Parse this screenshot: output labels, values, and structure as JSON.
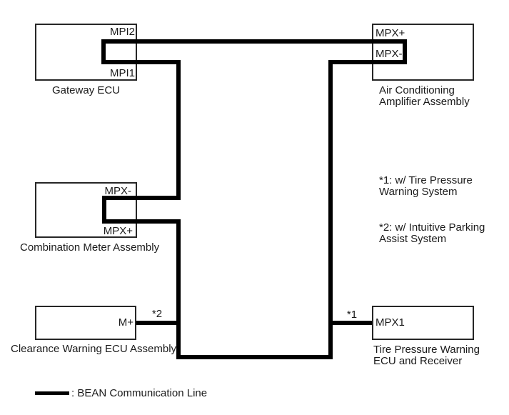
{
  "colors": {
    "line": "#000000",
    "text": "#1a1a1a",
    "box_border": "#262626",
    "background": "#ffffff"
  },
  "boxes": {
    "gateway": {
      "name": "Gateway ECU",
      "pin_top": "MPI2",
      "pin_bottom": "MPI1"
    },
    "ac_amplifier": {
      "name": "Air Conditioning\nAmplifier Assembly",
      "pin_top": "MPX+",
      "pin_bottom": "MPX-"
    },
    "combination_meter": {
      "name": "Combination Meter Assembly",
      "pin_top": "MPX-",
      "pin_bottom": "MPX+"
    },
    "clearance_warning": {
      "name": "Clearance Warning ECU Assembly",
      "pin": "M+",
      "flag": "*2"
    },
    "tire_pressure": {
      "name": "Tire Pressure Warning\nECU and Receiver",
      "pin": "MPX1",
      "flag": "*1"
    }
  },
  "notes": {
    "note1": "*1: w/ Tire Pressure\nWarning System",
    "note2": "*2: w/ Intuitive Parking\nAssist System"
  },
  "legend": {
    "label": ": BEAN Communication Line"
  }
}
